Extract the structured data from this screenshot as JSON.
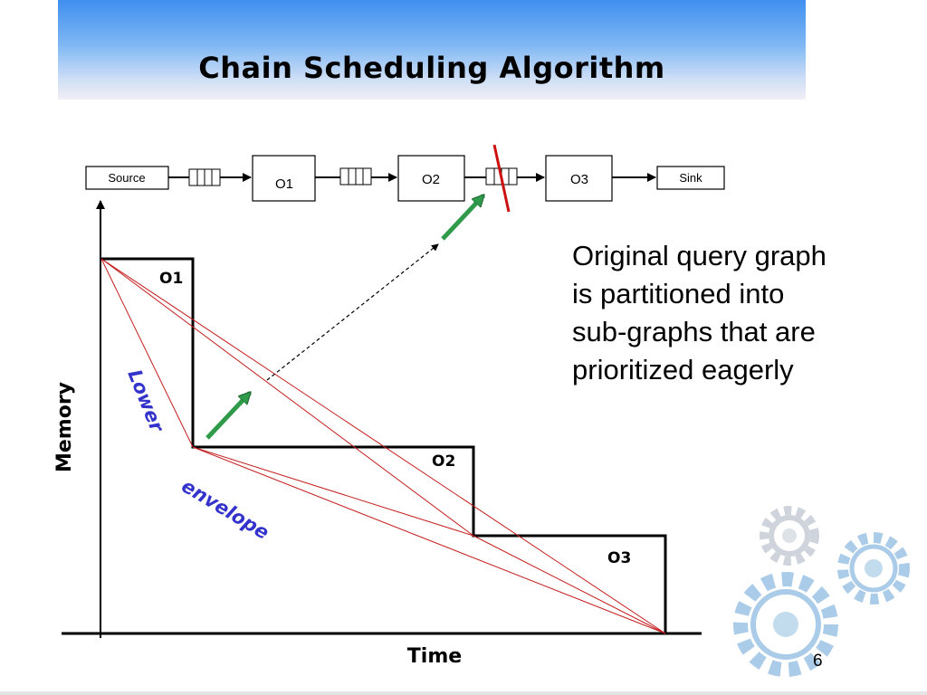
{
  "title": "Chain Scheduling Algorithm",
  "pipeline": {
    "source": "Source",
    "op1": "O1",
    "op2": "O2",
    "op3": "O3",
    "sink": "Sink"
  },
  "axes": {
    "y_label": "Memory",
    "x_label": "Time"
  },
  "steps": {
    "o1": "O1",
    "o2": "O2",
    "o3": "O3"
  },
  "envelope": {
    "word1": "Lower",
    "word2": "envelope"
  },
  "description": "Original query graph\nis  partitioned into\nsub-graphs that are\nprioritized eagerly",
  "page_number": "6",
  "colors": {
    "line_red": "#c41e1e",
    "arrow_green": "#2e9a4a",
    "envelope_blue": "#3333cc",
    "cut_red": "#cc1111",
    "gear_blue": "#9cc4e4"
  },
  "icons": [
    "gears-icon"
  ]
}
